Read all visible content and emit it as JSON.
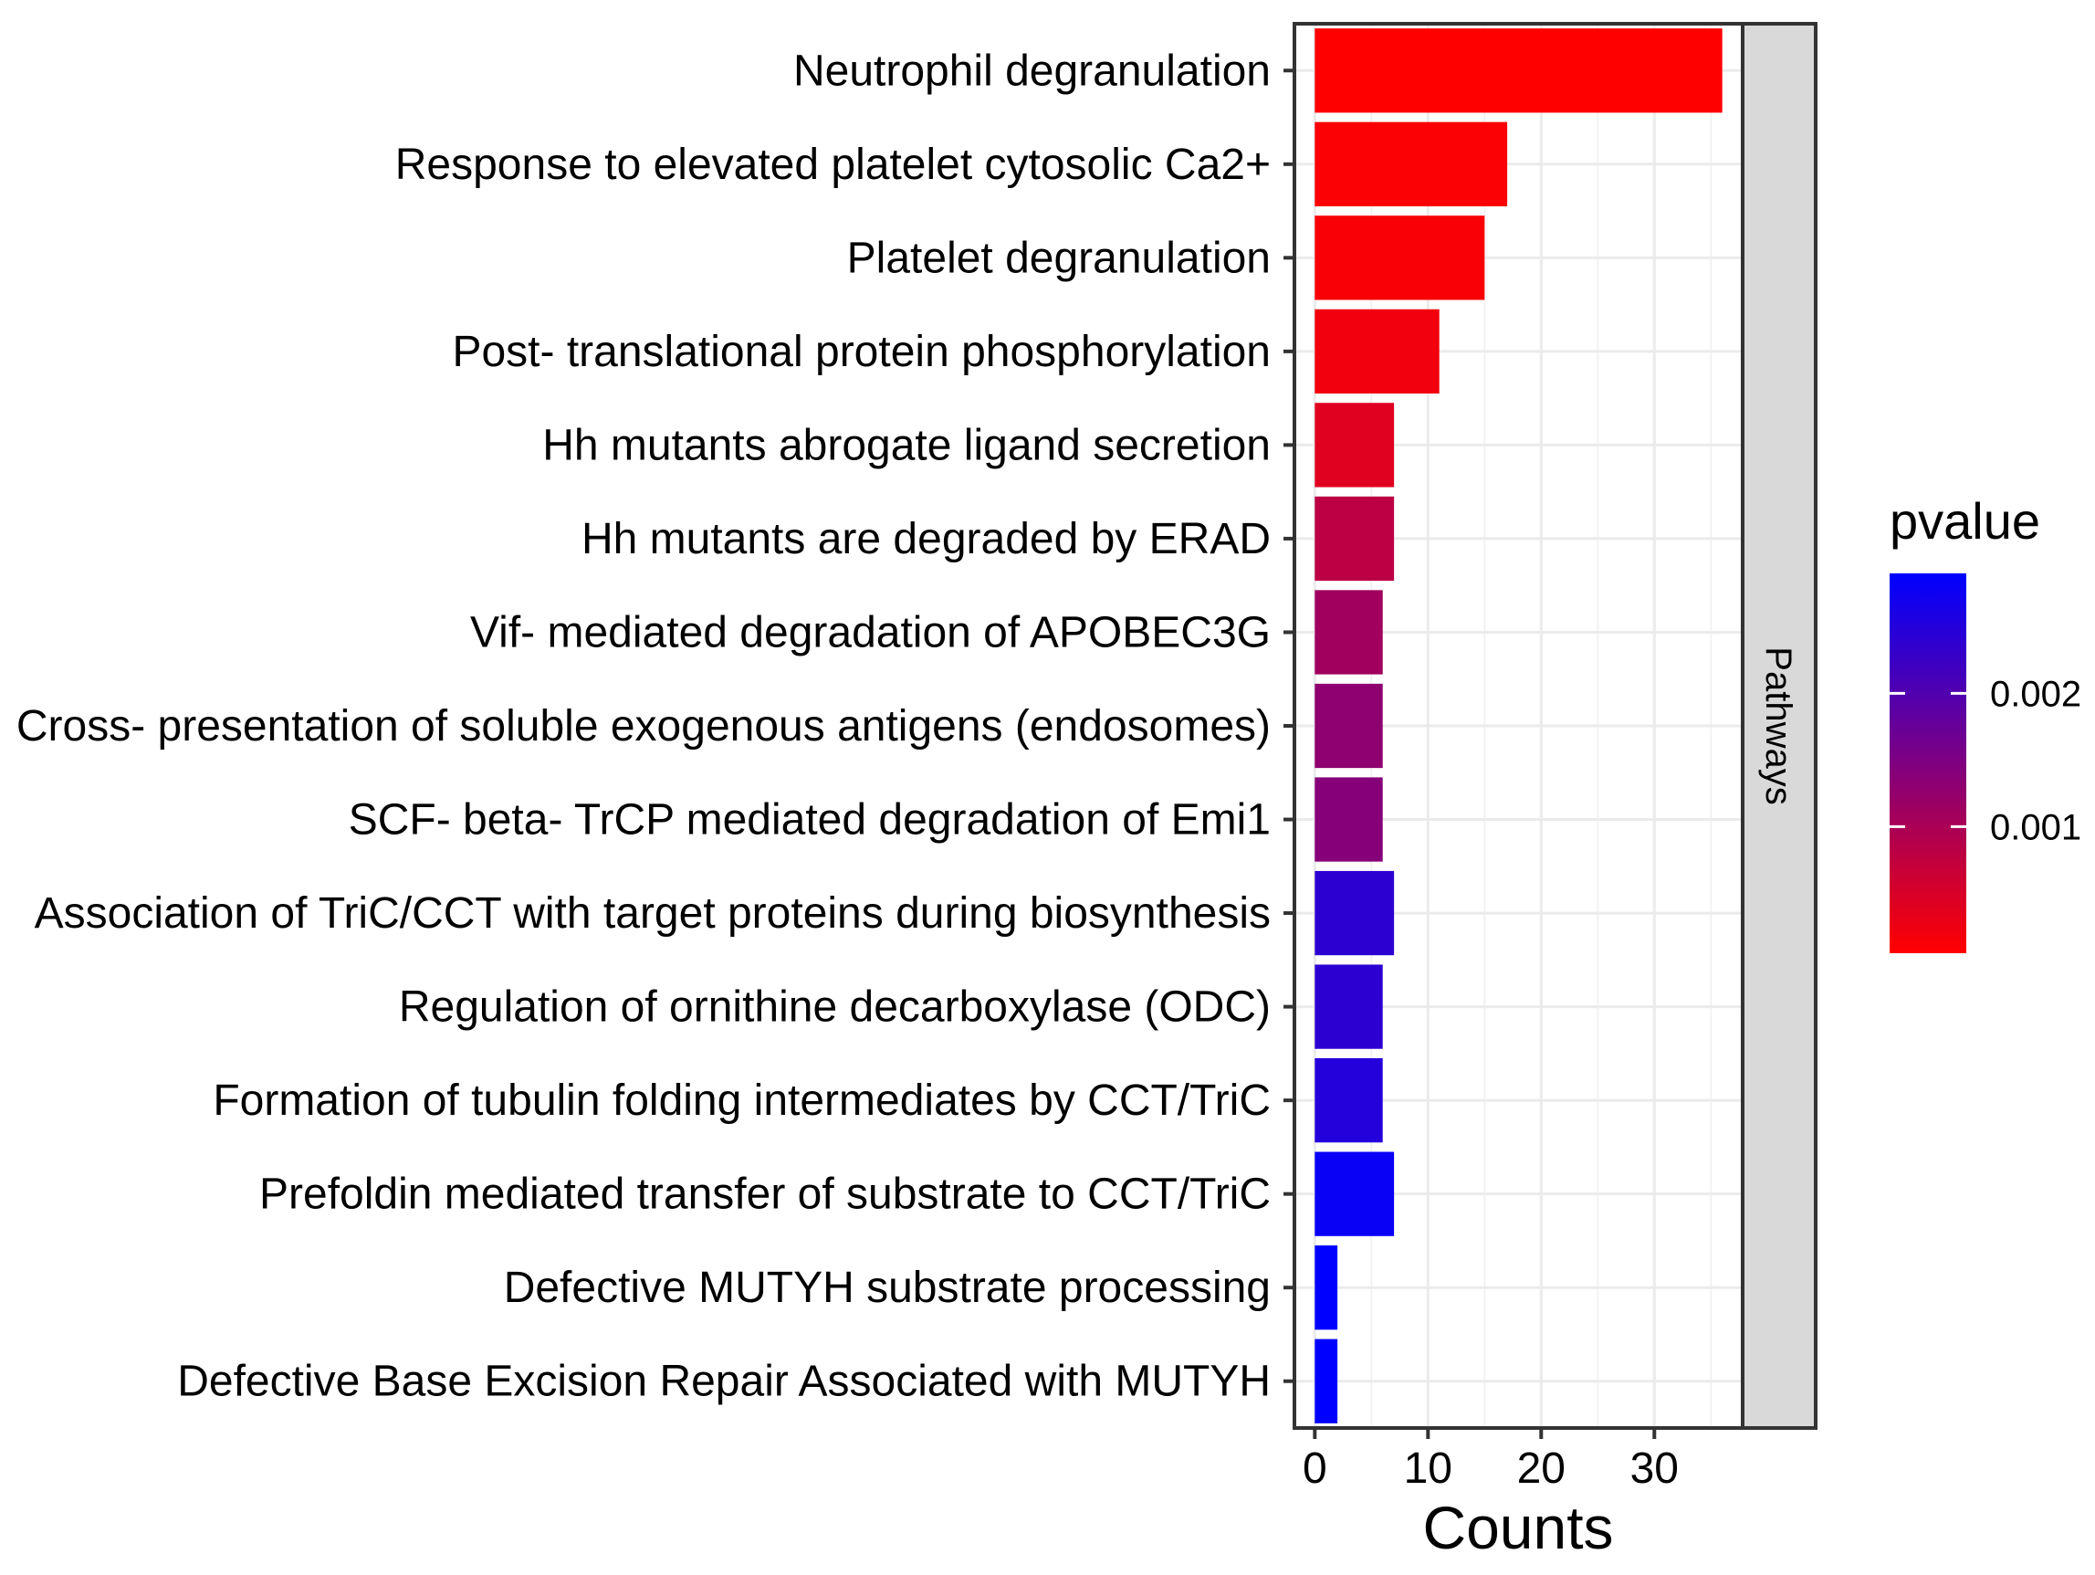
{
  "chart_data": {
    "type": "bar",
    "orientation": "horizontal",
    "categories": [
      "Neutrophil degranulation",
      "Response to elevated platelet cytosolic Ca2+",
      "Platelet degranulation",
      "Post- translational protein phosphorylation",
      "Hh mutants abrogate ligand secretion",
      "Hh mutants are degraded by ERAD",
      "Vif- mediated degradation of APOBEC3G",
      "Cross- presentation of soluble exogenous antigens (endosomes)",
      "SCF- beta- TrCP mediated degradation of Emi1",
      "Association of TriC/CCT with target proteins during biosynthesis",
      "Regulation of ornithine decarboxylase (ODC)",
      "Formation of tubulin folding intermediates by CCT/TriC",
      "Prefoldin mediated transfer of substrate  to CCT/TriC",
      "Defective MUTYH substrate processing",
      "Defective Base Excision Repair Associated with MUTYH"
    ],
    "values": [
      36,
      17,
      15,
      11,
      7,
      7,
      6,
      6,
      6,
      7,
      6,
      6,
      7,
      2,
      2
    ],
    "pvalues": [
      5e-05,
      0.0001,
      0.00012,
      0.0002,
      0.0004,
      0.0008,
      0.0011,
      0.0013,
      0.0014,
      0.0024,
      0.0024,
      0.0025,
      0.0028,
      0.0029,
      0.0029
    ],
    "xlabel": "Counts",
    "ylabel": "",
    "xlim": [
      -1.8,
      37.8
    ],
    "xticks": [
      0,
      10,
      20,
      30
    ],
    "facet_label": "Pathways",
    "grid": true,
    "legend": {
      "title": "pvalue",
      "position": "right",
      "low_color": "#ff0000",
      "high_color": "#0000ff",
      "range": [
        5e-05,
        0.0029
      ],
      "ticks": [
        0.001,
        0.002
      ],
      "tick_labels": [
        "0.001",
        "0.002"
      ]
    }
  }
}
